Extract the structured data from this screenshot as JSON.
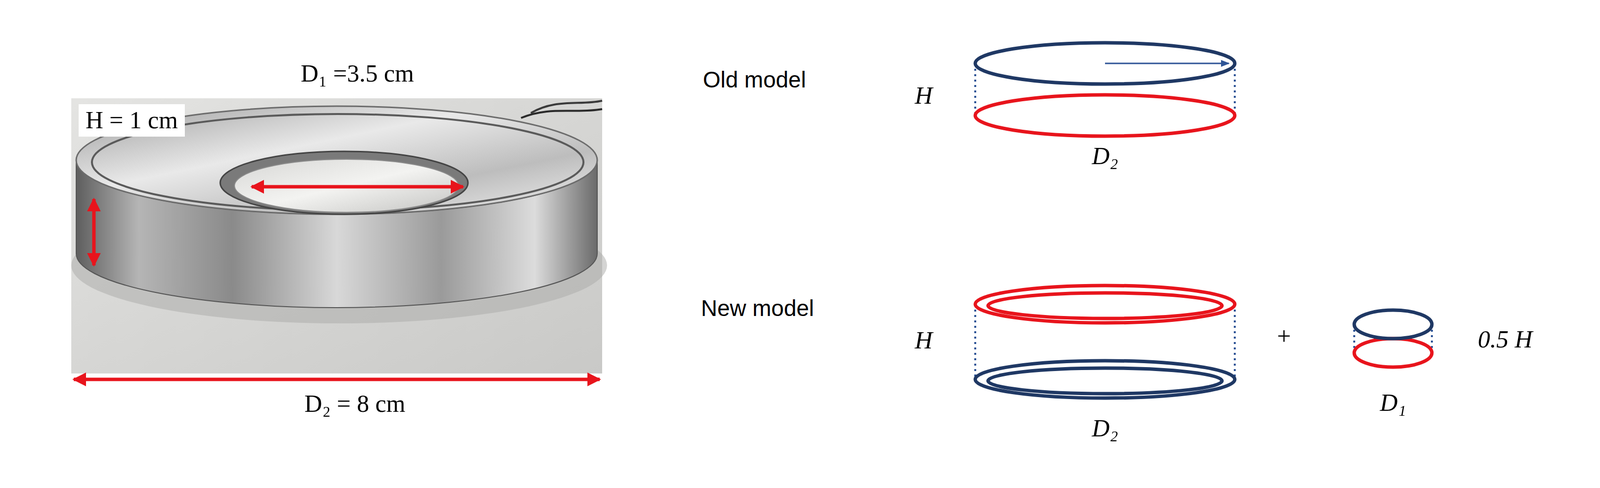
{
  "diagram": {
    "labels": [
      "H = 1 cm",
      "D₁ =3.5 cm",
      "D₂ = 8 cm",
      "Old model",
      "H",
      "D₂",
      "New model",
      "H",
      "D₂",
      "+",
      "0.5 H",
      "D₁"
    ]
  }
}
